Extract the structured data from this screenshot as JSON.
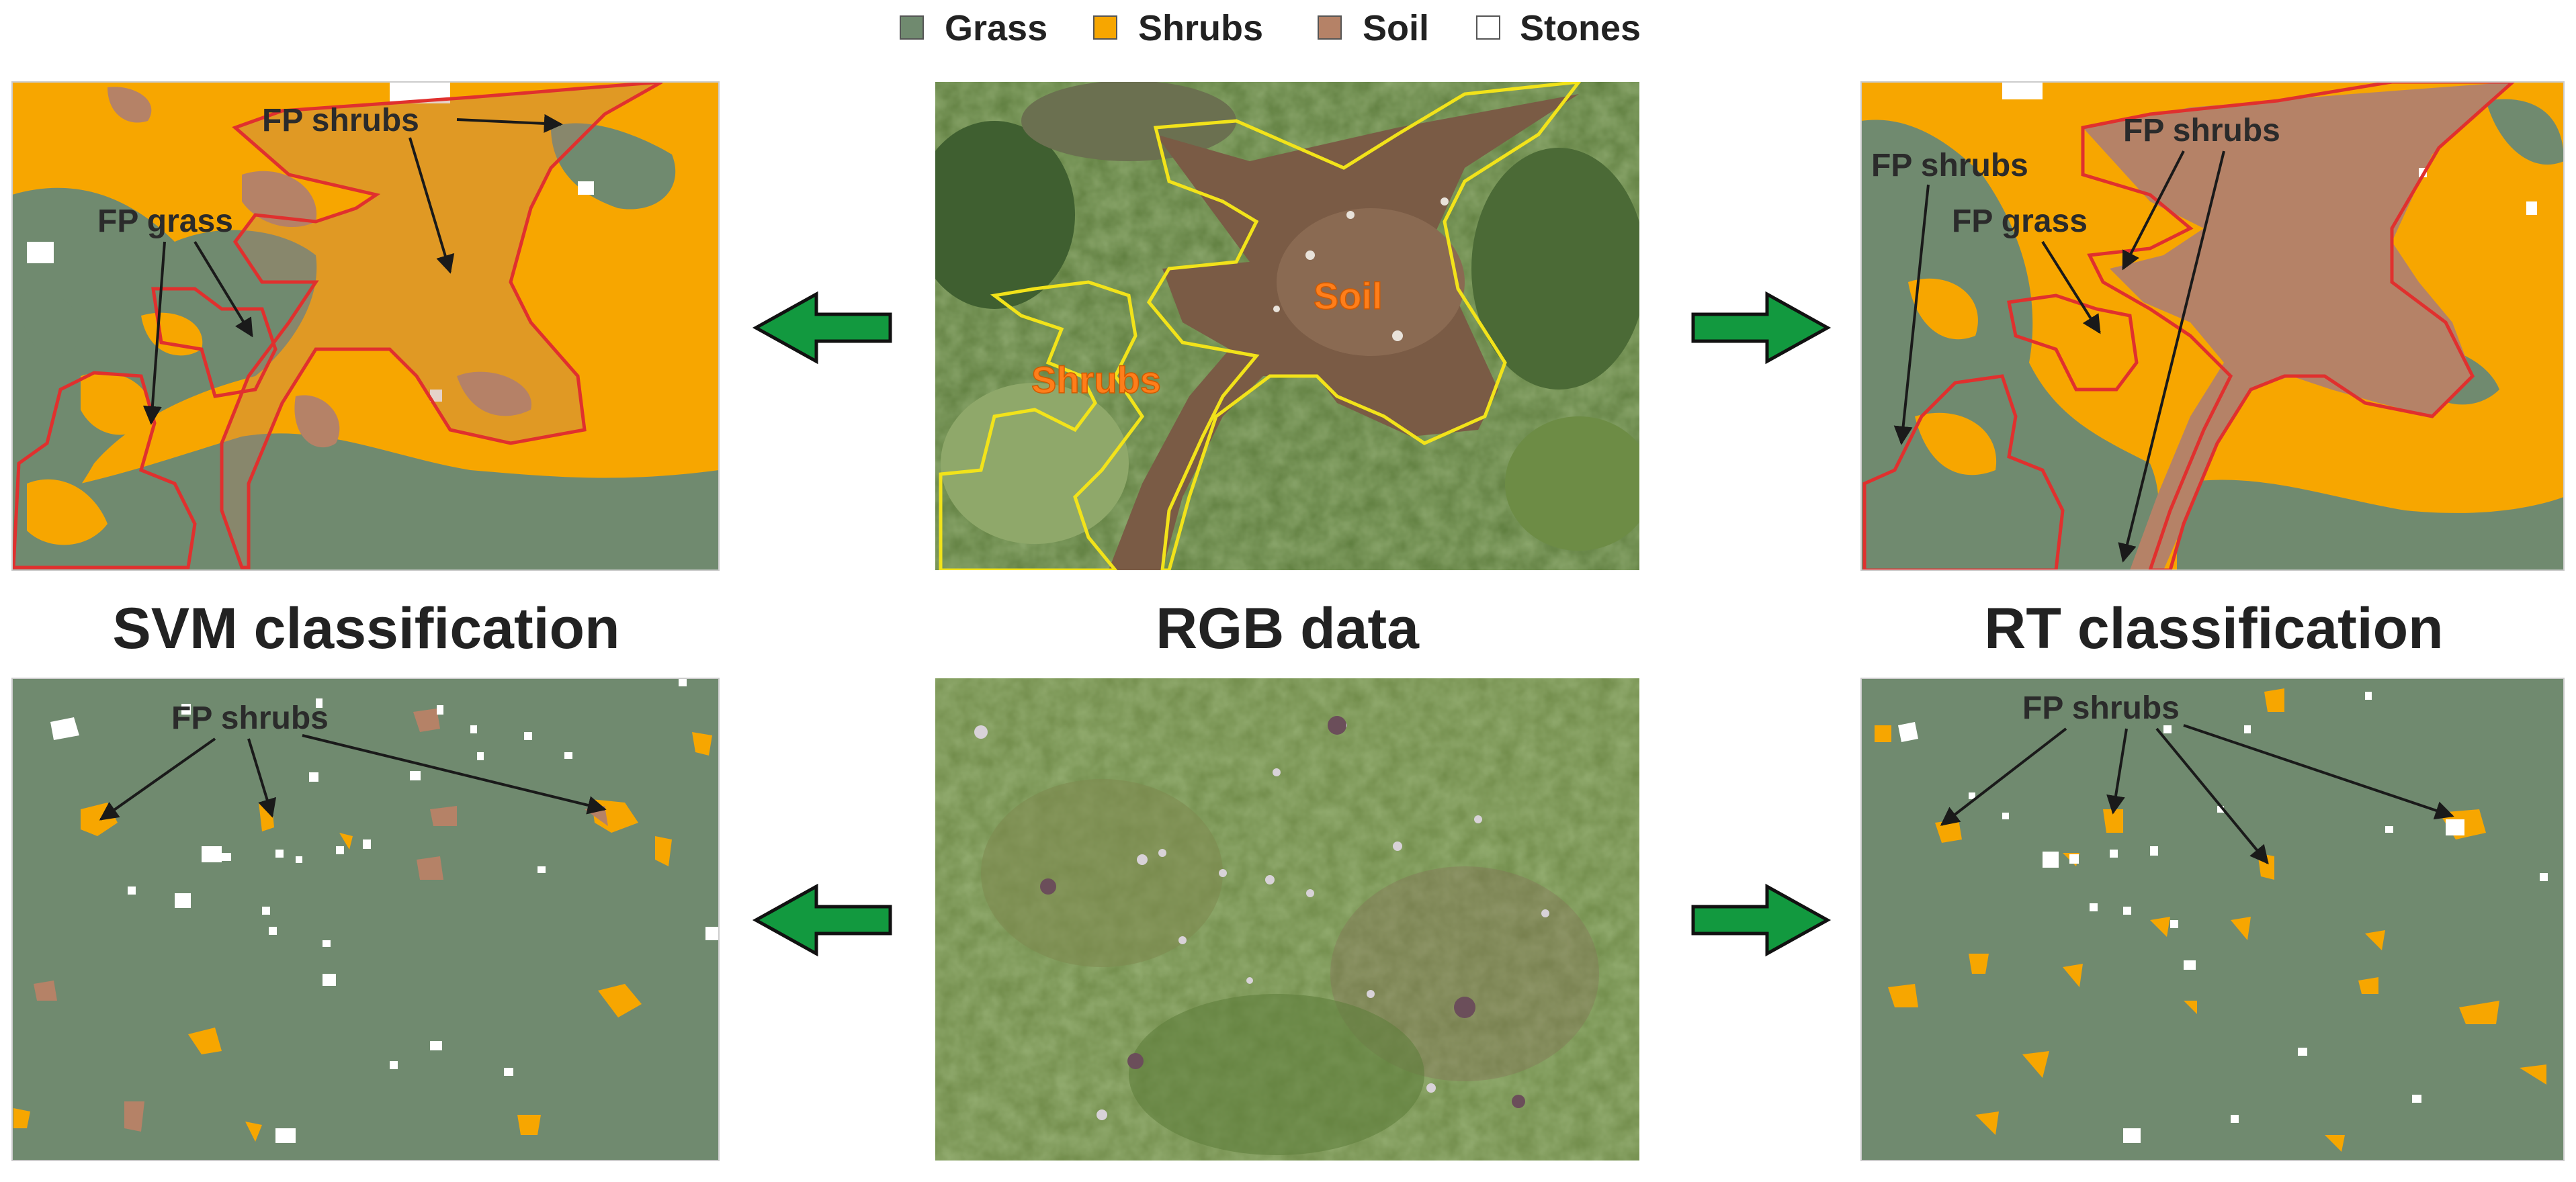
{
  "colors": {
    "grass": "#708a6f",
    "shrubs": "#f7a600",
    "soil": "#b58267",
    "stones": "#ffffff",
    "fp_outline": "#e0302e",
    "rgb_outline": "#f2e31a",
    "flow_arrow": "#12993f"
  },
  "legend": [
    {
      "label": "Grass",
      "class": "grass"
    },
    {
      "label": "Shrubs",
      "class": "shrubs"
    },
    {
      "label": "Soil",
      "class": "soil"
    },
    {
      "label": "Stones",
      "class": "stones"
    }
  ],
  "titles": {
    "svm": "SVM classification",
    "rgb": "RGB data",
    "rt": "RT classification"
  },
  "annotations": {
    "svm_top_fp_shrubs": "FP shrubs",
    "svm_top_fp_grass": "FP grass",
    "rt_top_fp_shrubs_left": "FP shrubs",
    "rt_top_fp_shrubs_right": "FP shrubs",
    "rt_top_fp_grass": "FP grass",
    "svm_bottom_fp_shrubs": "FP shrubs",
    "rt_bottom_fp_shrubs": "FP shrubs"
  },
  "rgb_labels": {
    "soil": "Soil",
    "shrubs": "Shrubs"
  },
  "icons": {
    "arrow_left": "arrow-left-icon",
    "arrow_right": "arrow-right-icon"
  }
}
